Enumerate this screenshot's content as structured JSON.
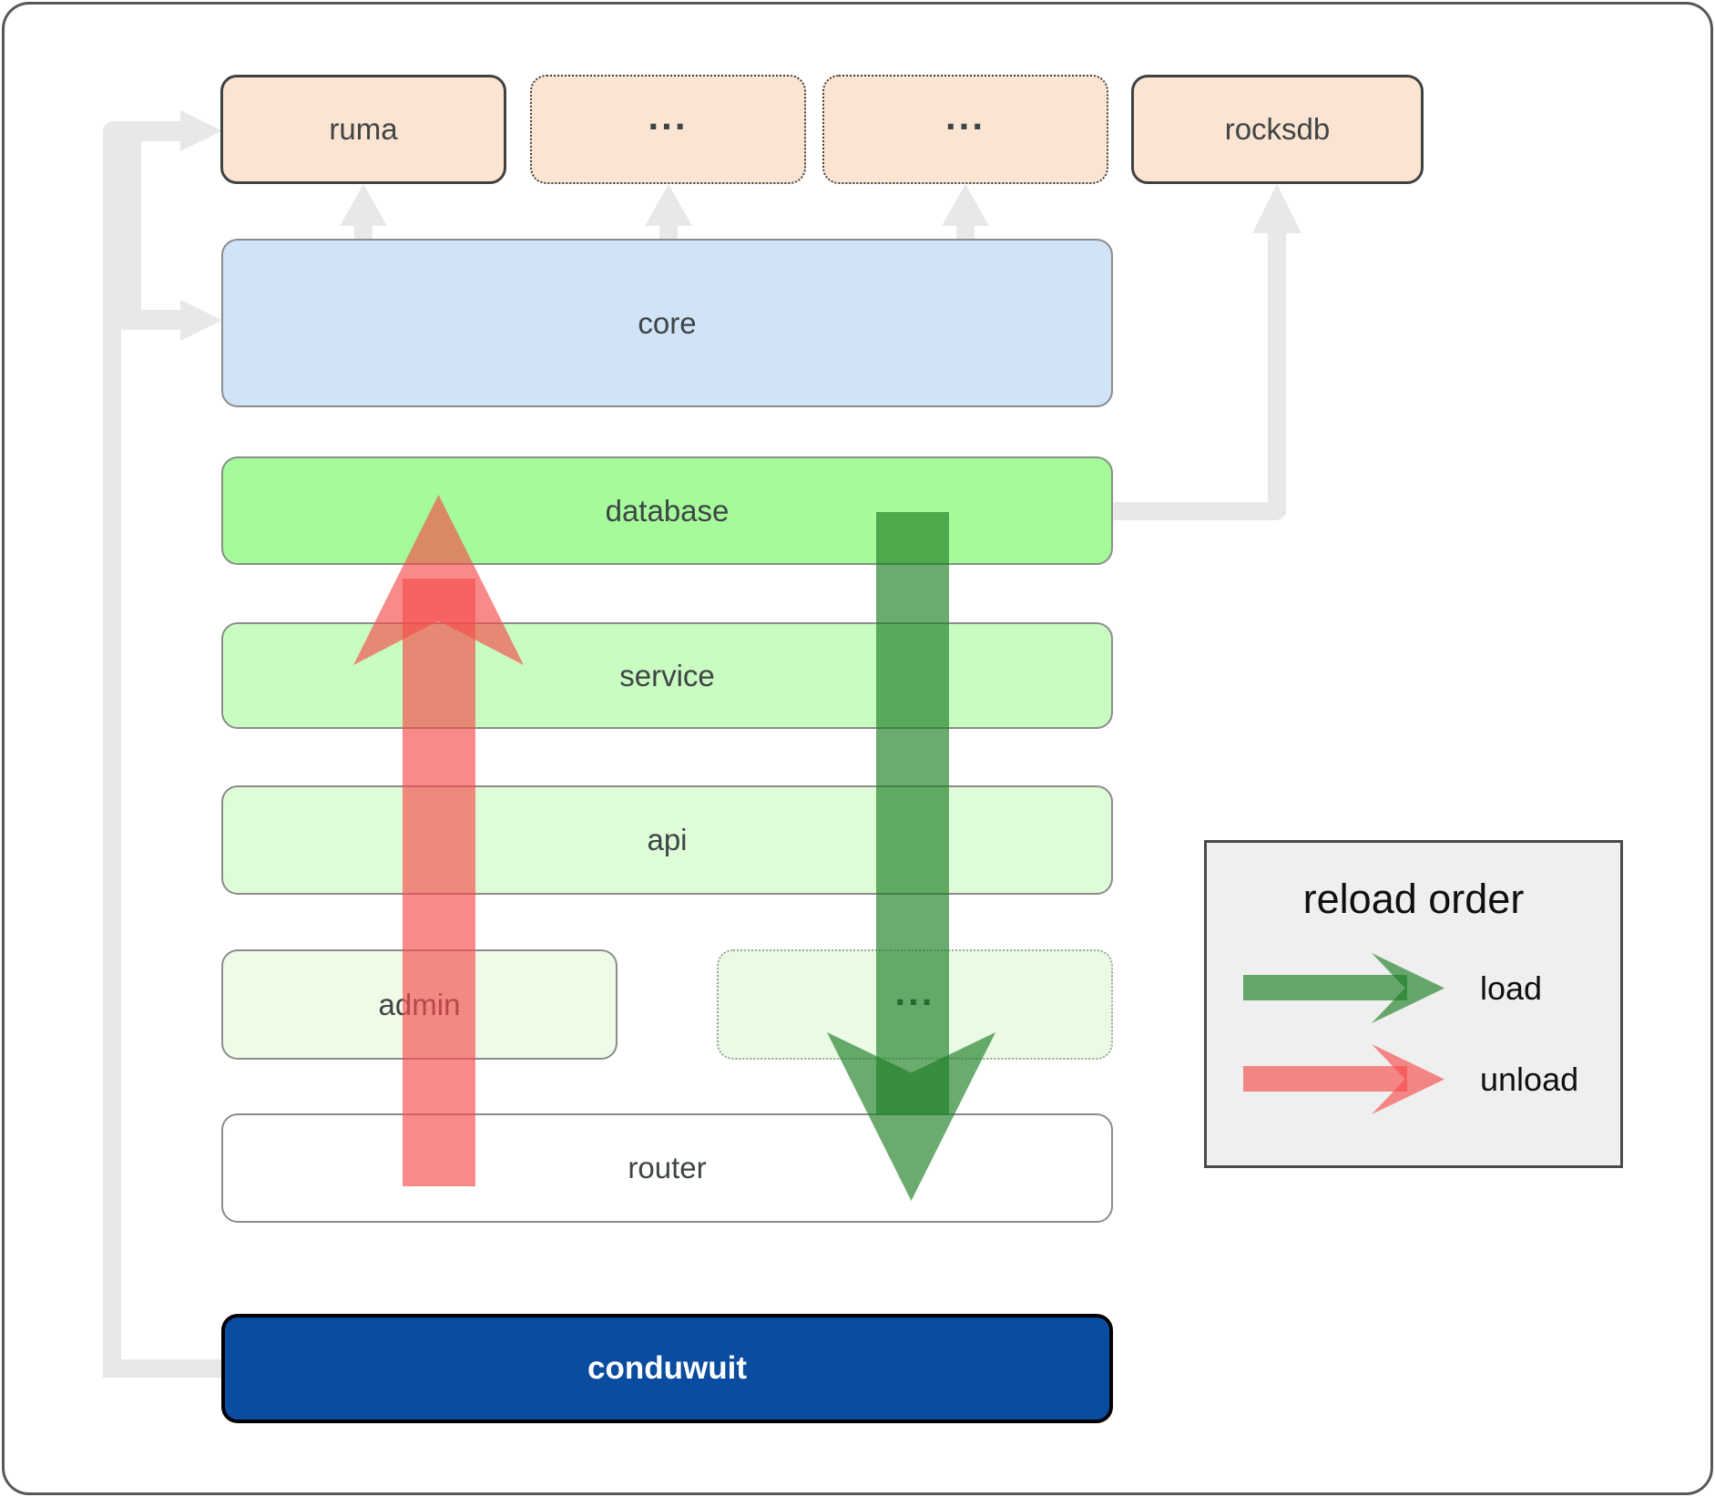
{
  "boxes": {
    "ruma": "ruma",
    "dependency_a": "...",
    "dependency_b": "...",
    "rocksdb": "rocksdb",
    "core": "core",
    "database": "database",
    "service": "service",
    "api": "api",
    "admin": "admin",
    "admin_more": "...",
    "router": "router",
    "conduwuit": "conduwuit"
  },
  "legend": {
    "title": "reload order",
    "load": "load",
    "unload": "unload"
  },
  "colors": {
    "dependency_peach": "#fce4d2",
    "core_blue": "#d0e3f7",
    "database_green": "#a5fb9a",
    "service_green": "#c9fcc1",
    "api_green": "#defcd7",
    "admin_green": "#edfbe7",
    "router_white": "#ffffff",
    "conduwuit_blue": "#0a4da0",
    "connector_gray": "#e8e8e8",
    "load_arrow_green": "#1e7e23",
    "unload_arrow_red": "#f64c4c",
    "legend_background": "#efefef",
    "label_text": "#3f4446"
  }
}
